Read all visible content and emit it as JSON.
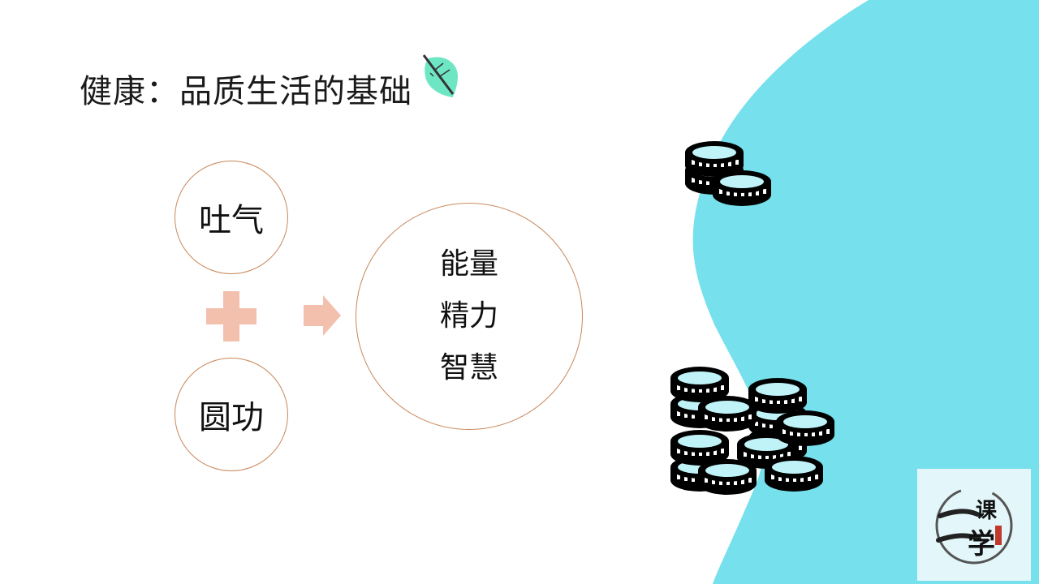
{
  "colors": {
    "wave": "#76e0ec",
    "circle_border": "#c8875a",
    "plus_arrow": "#f3c0ae",
    "leaf": "#6ee6c4",
    "coin_dark": "#000000"
  },
  "title": "健康：品质生活的基础",
  "left_top": "吐气",
  "left_bottom": "圆功",
  "result": {
    "line1": "能量",
    "line2": "精力",
    "line3": "智慧"
  },
  "icons": {
    "leaf": "leaf-icon",
    "plus": "plus-icon",
    "arrow": "arrow-right-icon",
    "coins": "coin-stack-icon"
  },
  "logo": {
    "text": "一课一学"
  }
}
